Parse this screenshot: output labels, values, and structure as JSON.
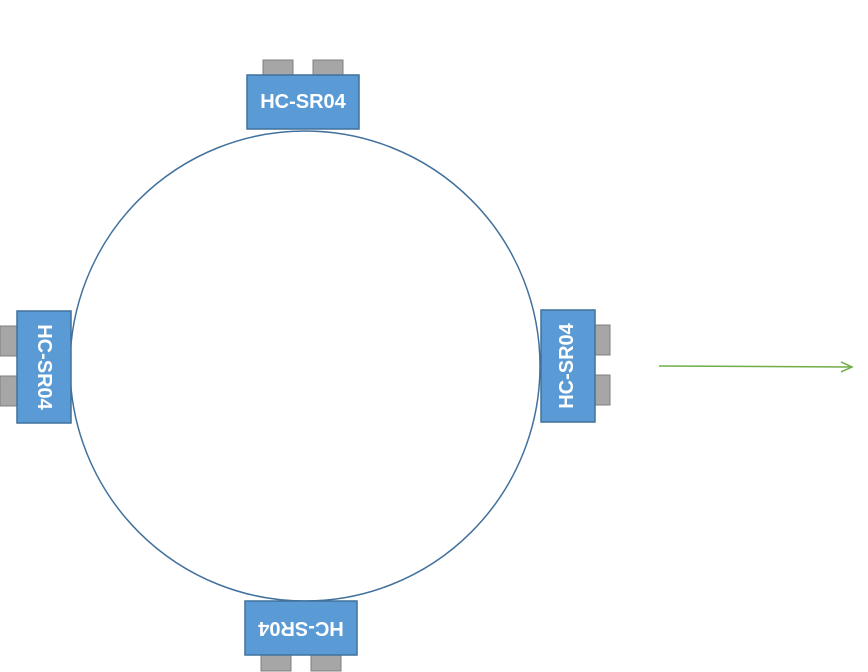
{
  "diagram": {
    "sensors": [
      {
        "id": "top",
        "label": "HC-SR04"
      },
      {
        "id": "right",
        "label": "HC-SR04"
      },
      {
        "id": "bottom",
        "label": "HC-SR04"
      },
      {
        "id": "left",
        "label": "HC-SR04"
      }
    ]
  },
  "colors": {
    "ring_stroke": "#41719C",
    "sensor_fill": "#5B9BD5",
    "sensor_stroke": "#41719C",
    "transducer_fill": "#A6A6A6",
    "transducer_stroke": "#7F7F7F",
    "arrow": "#70AD47",
    "label": "#FFFFFF"
  }
}
